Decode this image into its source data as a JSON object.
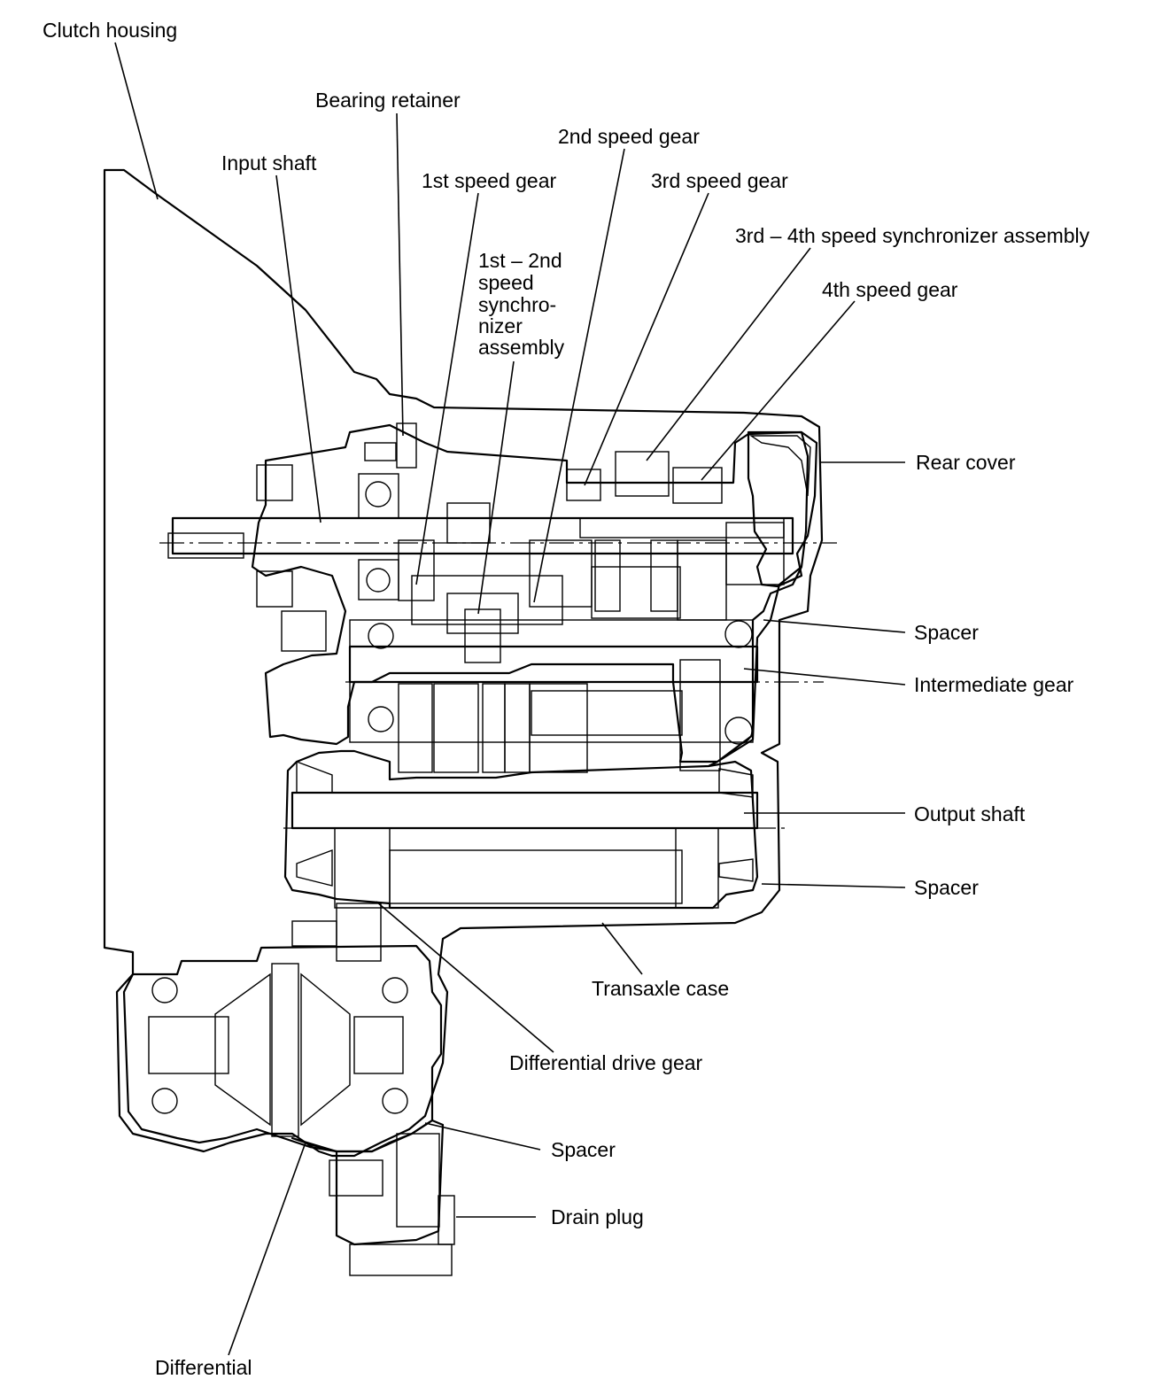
{
  "labels": {
    "clutch_housing": "Clutch housing",
    "bearing_retainer": "Bearing retainer",
    "input_shaft": "Input shaft",
    "first_speed_gear": "1st speed gear",
    "second_speed_gear": "2nd speed gear",
    "third_speed_gear": "3rd speed gear",
    "synchro_34": "3rd – 4th speed synchronizer assembly",
    "synchro_12": [
      "1st – 2nd",
      "speed",
      "synchro-",
      "nizer",
      "assembly"
    ],
    "fourth_speed_gear": "4th speed gear",
    "rear_cover": "Rear cover",
    "spacer_1": "Spacer",
    "intermediate_gear": "Intermediate gear",
    "output_shaft": "Output shaft",
    "spacer_2": "Spacer",
    "transaxle_case": "Transaxle case",
    "differential_drive_gear": "Differential drive gear",
    "spacer_3": "Spacer",
    "drain_plug": "Drain plug",
    "differential": "Differential"
  },
  "colors": {
    "ink": "#000000",
    "paper": "#ffffff",
    "stipple": "#8a8a8a"
  }
}
